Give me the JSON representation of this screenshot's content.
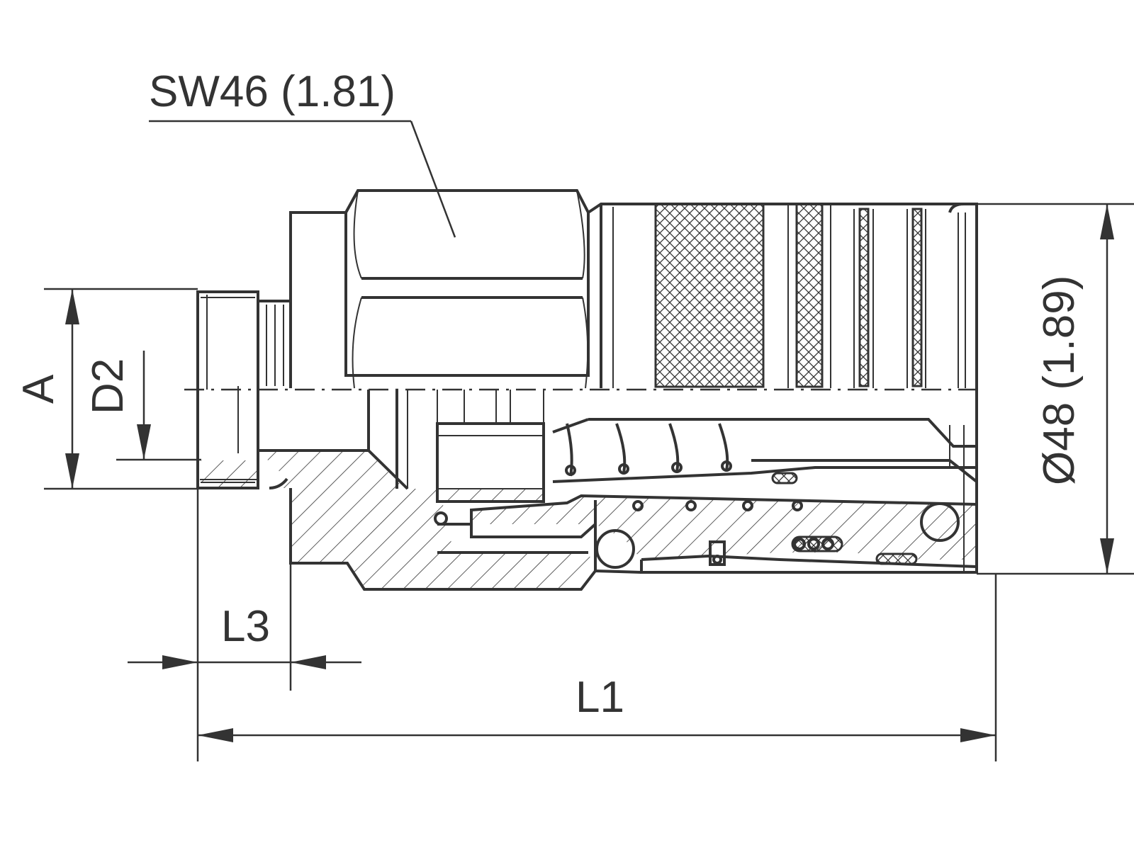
{
  "labels": {
    "wrench_size": "SW46 (1.81)",
    "outer_diameter": "Ø48 (1.89)",
    "dim_a": "A",
    "dim_d2": "D2",
    "dim_l3": "L3",
    "dim_l1": "L1"
  },
  "colors": {
    "line": "#333333",
    "background": "#ffffff"
  }
}
